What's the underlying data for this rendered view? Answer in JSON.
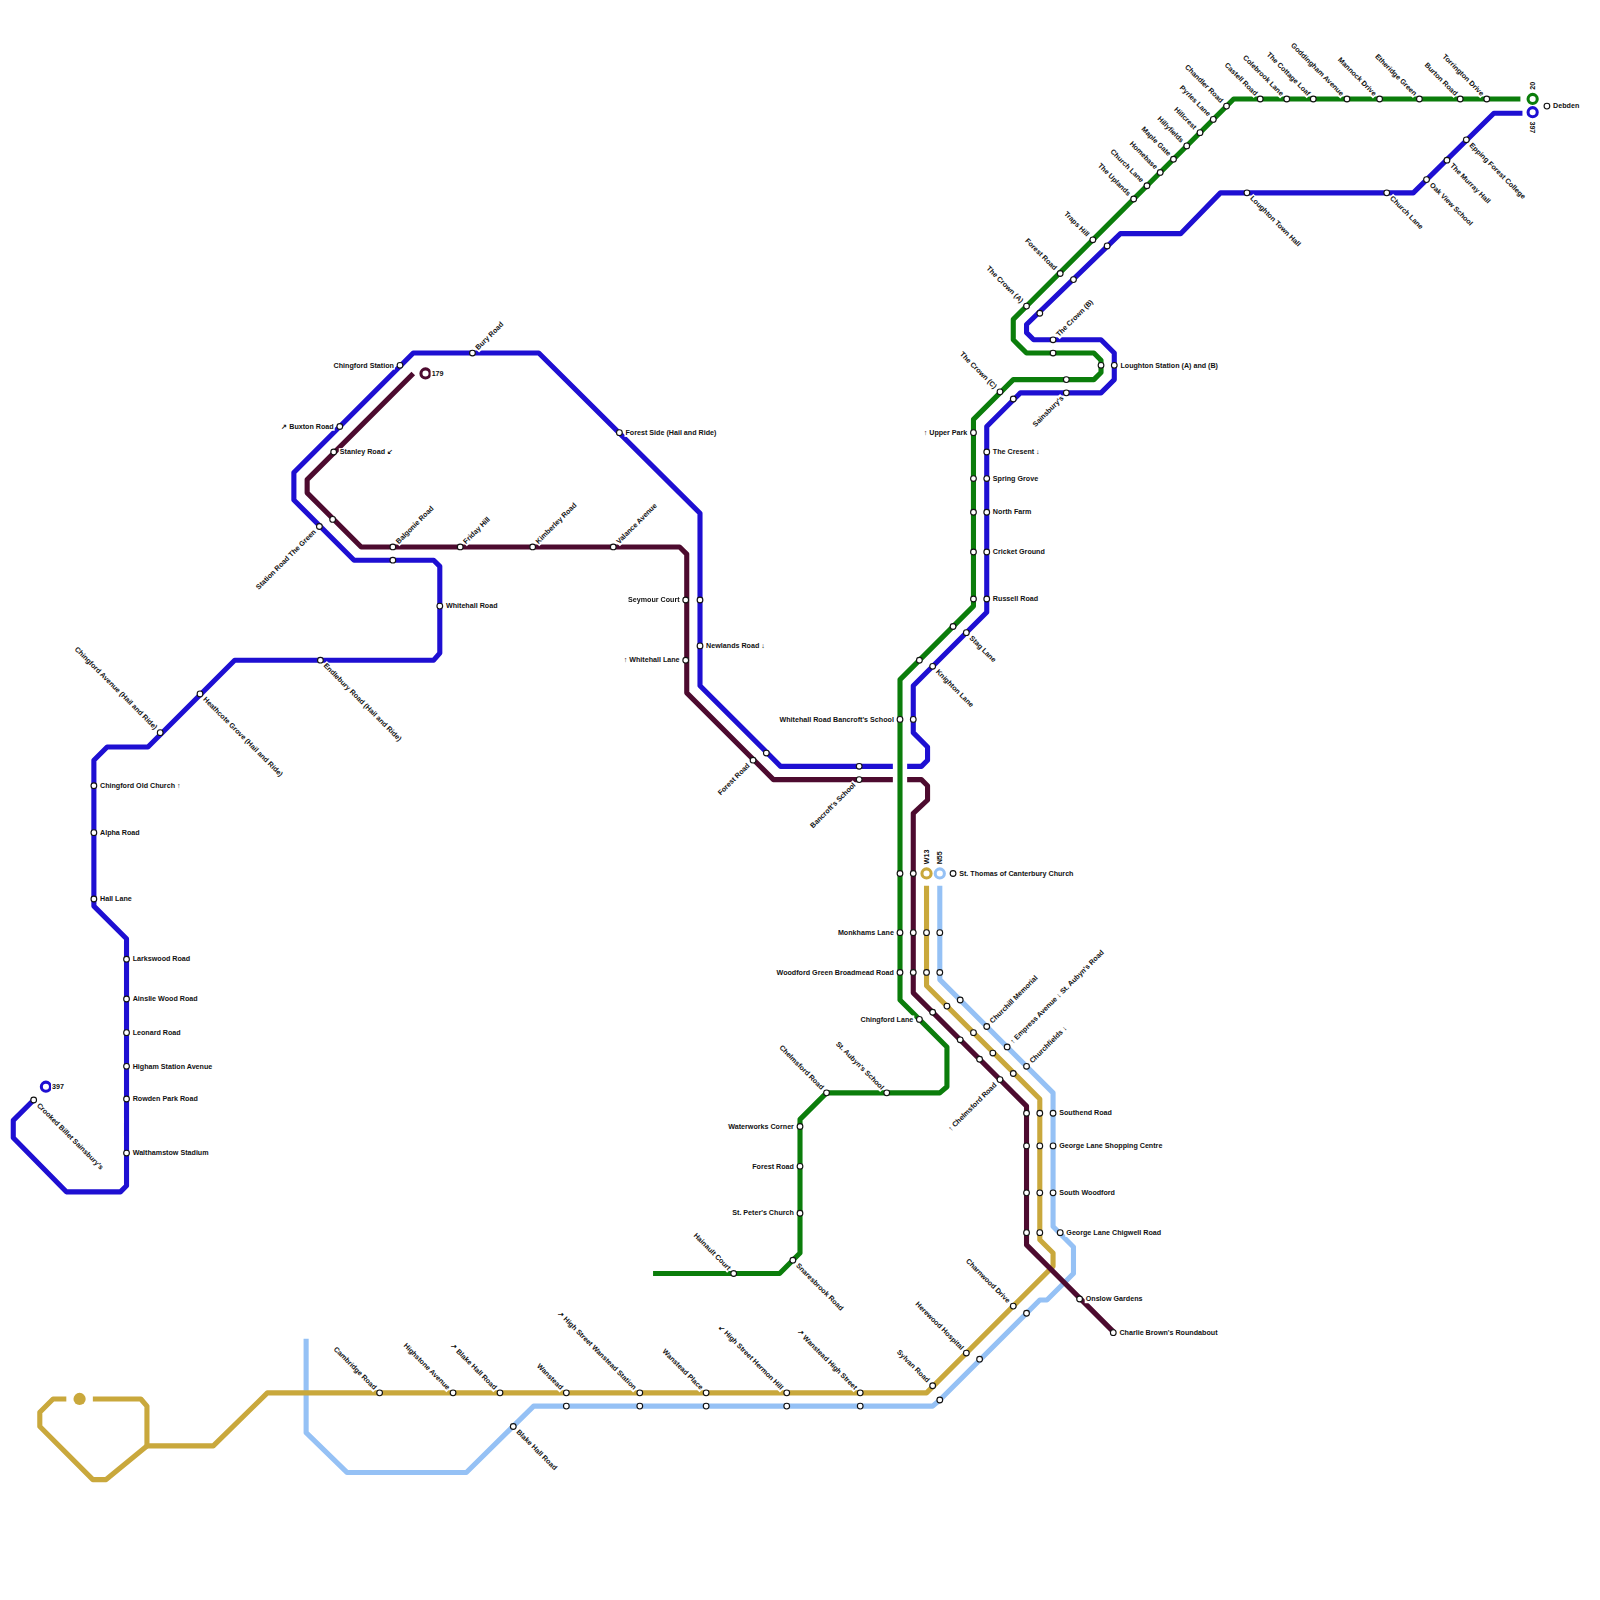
{
  "diagram": {
    "labels": [
      "Chingford Station",
      "Bury Road",
      "179",
      "↗ Buxton Road",
      "Stanley Road ↙",
      "Station Road The Green",
      "Balgonie Road",
      "Friday Hill",
      "Kimberley Road",
      "Valance Avenue",
      "Forest Side (Hail and Ride)",
      "Whitehall Road",
      "Seymour Court",
      "Newlands Road ↓",
      "↑ Whitehall Lane",
      "Chingford Avenue (Hail and Ride)",
      "Heathcote Grove (Hail and Ride)",
      "Endlebury Road (Hail and Ride)",
      "Chingford Old Church ↑",
      "Alpha Road",
      "Hall Lane",
      "Larkswood Road",
      "Ainslie Wood Road",
      "Leonard Road",
      "Higham Station Avenue",
      "Rowden Park Road",
      "Walthamstow Stadium",
      "397",
      "Crooked Billet Sainsbury's",
      "Forest Road",
      "Bancroft's School",
      "Whitehall Road Bancroft's School",
      "Knighton Lane",
      "Stag Lane",
      "Russell Road",
      "Cricket Ground",
      "North Farm",
      "Spring Grove",
      "The Cresent ↓",
      "↑ Upper Park",
      "The Crown (C)",
      "Sainsbury's",
      "Loughton Station (A) and (B)",
      "The Crown (B)",
      "The Crown (A)",
      "Forest Road",
      "Traps Hill",
      "The Uplands",
      "Church Lane",
      "Homebase",
      "Maple Gate",
      "Hillyfields",
      "Hillcrest",
      "Pyrles Lane",
      "Chandler Road",
      "Castell Road",
      "Colebrook Lane",
      "The Cottage Loaf",
      "Goddingham Avenue",
      "Mannock Drive",
      "Etheridge Green",
      "Burton Road",
      "Torrington Drive",
      "20",
      "397",
      "Debden",
      "Loughton Town Hall",
      "Church Lane",
      "Oak View School",
      "The Murray Hall",
      "Epping Forest College",
      "W13",
      "N55",
      "St. Thomas of Canterbury Church",
      "Monkhams Lane",
      "Woodford Green Broadmead Road",
      "Chingford Lane",
      "Churchill Memorial",
      "↑ Empress Avenue ↓ St. Aubyn's Road",
      "Churchfields ↓",
      "↑ Chelmsford Road",
      "Chelmsford Road",
      "St. Aubyn's School",
      "Southend Road",
      "George Lane Shopping Centre",
      "South Woodford",
      "George Lane Chigwell Road",
      "Waterworks Corner",
      "Forest Road",
      "St. Peter's Church",
      "Hainault Court",
      "Snaresbrook Road",
      "Onslow Gardens",
      "Charlie Brown's Roundabout",
      "Charnwood Drive",
      "Herewood Hospital",
      "Sylvan Road",
      "↗ Wanstead High Street",
      "↙ High Street Hermon Hill",
      "Wanstead Place",
      "↗ High Street Wanstead Station",
      "Wanstead",
      "↗ Blake Hall Road",
      "Highstone Avenue",
      "Cambridge Road",
      "Blake Hall Road"
    ]
  }
}
